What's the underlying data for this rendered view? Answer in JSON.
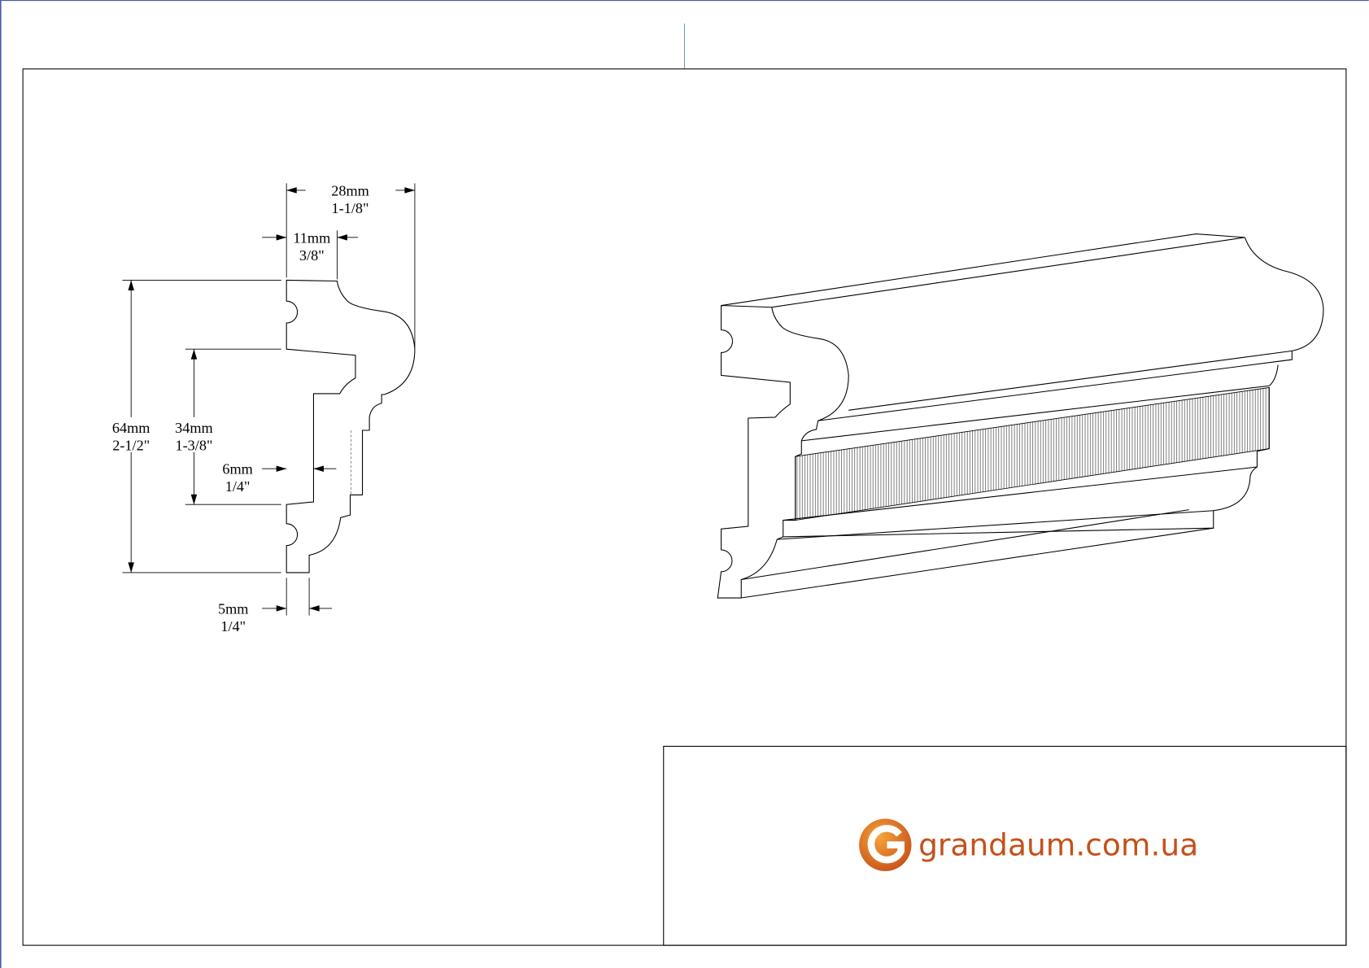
{
  "dimensions": {
    "width_total": {
      "mm": "28mm",
      "inch": "1-1/8\""
    },
    "width_top": {
      "mm": "11mm",
      "inch": "3/8\""
    },
    "height_total": {
      "mm": "64mm",
      "inch": "2-1/2\""
    },
    "height_inner": {
      "mm": "34mm",
      "inch": "1-3/8\""
    },
    "recess_depth": {
      "mm": "6mm",
      "inch": "1/4\""
    },
    "base_thickness": {
      "mm": "5mm",
      "inch": "1/4\""
    }
  },
  "logo": {
    "letter": "G",
    "text": "grandaum.com.ua",
    "color": "#c4511a"
  }
}
